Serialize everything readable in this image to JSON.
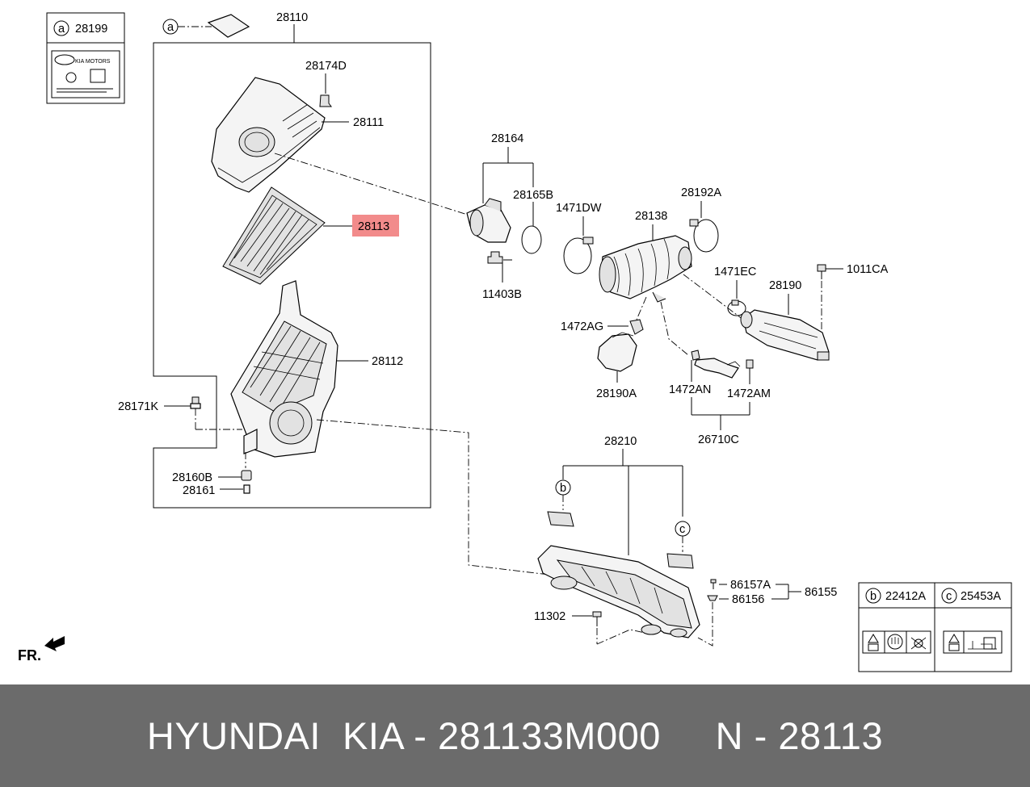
{
  "diagram": {
    "refs": {
      "a": "a",
      "b": "b",
      "c": "c"
    },
    "labels": {
      "assembly": "28110",
      "ref_a_part": "28199",
      "clip_d": "28174D",
      "cover": "28111",
      "filter": "28113",
      "body": "28112",
      "bolt_k": "28171K",
      "grommet_b": "28160B",
      "collar": "28161",
      "sensor": "28164",
      "gasket": "28165B",
      "screw": "11403B",
      "clamp_dw": "1471DW",
      "hose": "28138",
      "clamp_a": "28192A",
      "clamp_ec": "1471EC",
      "bolt_ca": "1011CA",
      "duct": "28190",
      "clip_ag": "1472AG",
      "resonator": "28190A",
      "clip_an": "1472AN",
      "clip_am": "1472AM",
      "hose_c": "26710C",
      "guide": "28210",
      "bolt_11302": "11302",
      "bolt_a": "86157A",
      "nut": "86156",
      "nut_set": "86155",
      "ref_b_part": "22412A",
      "ref_c_part": "25453A",
      "front": "FR.",
      "logo": "KIA MOTORS"
    },
    "highlight_color": "#f28b8b"
  },
  "footer": {
    "caption": "HYUNDAI  KIA - 281133M000     N - 28113"
  }
}
